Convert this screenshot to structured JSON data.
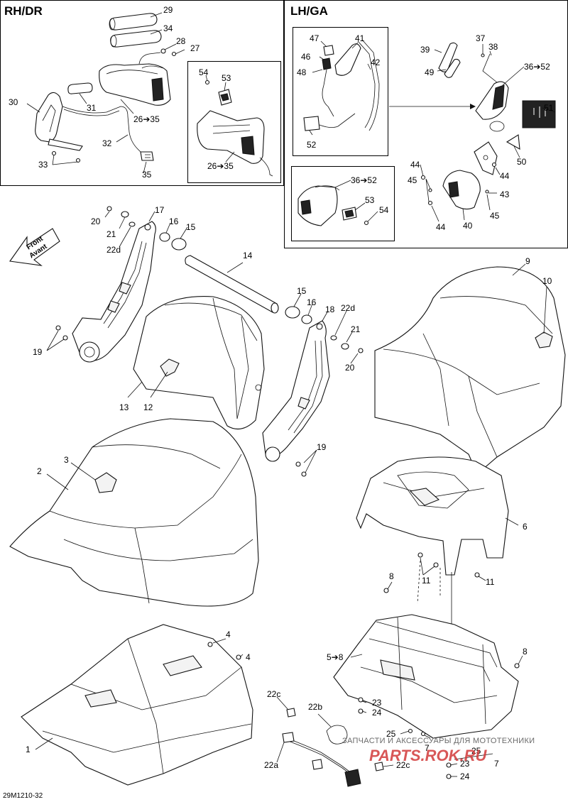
{
  "panels": {
    "rh": {
      "title": "RH/DR"
    },
    "lh": {
      "title": "LH/GA"
    }
  },
  "front_arrow": {
    "line1": "Front",
    "line2": "Avant"
  },
  "labels": {
    "l29": "29",
    "l34": "34",
    "l28": "28",
    "l27": "27",
    "l30": "30",
    "l31": "31",
    "l26a": "26➔35",
    "l32": "32",
    "l33": "33",
    "l35": "35",
    "l54a": "54",
    "l53a": "53",
    "l26b": "26➔35",
    "l47": "47",
    "l46": "46",
    "l41": "41",
    "l42": "42",
    "l48": "48",
    "l52a": "52",
    "l37": "37",
    "l38": "38",
    "l39": "39",
    "l49": "49",
    "l36a": "36➔52",
    "l51": "51",
    "l50": "50",
    "l44a": "44",
    "l44b": "44",
    "l44c": "44",
    "l45a": "45",
    "l45b": "45",
    "l43": "43",
    "l40": "40",
    "l36b": "36➔52",
    "l53b": "53",
    "l54b": "54",
    "l20a": "20",
    "l17": "17",
    "l16a": "16",
    "l15a": "15",
    "l21a": "21",
    "l22da": "22d",
    "l14": "14",
    "l19a": "19",
    "l13": "13",
    "l12": "12",
    "l15b": "15",
    "l16b": "16",
    "l18": "18",
    "l22db": "22d",
    "l21b": "21",
    "l20b": "20",
    "l19b": "19",
    "l9": "9",
    "l10": "10",
    "l3": "3",
    "l2": "2",
    "l6": "6",
    "l11a": "11",
    "l11b": "11",
    "l8a": "8",
    "l8b": "8",
    "l5": "5➔8",
    "l4a": "4",
    "l4b": "4",
    "l1": "1",
    "l22c1": "22c",
    "l22b": "22b",
    "l22a": "22a",
    "l22c2": "22c",
    "l23a": "23",
    "l24a": "24",
    "l25a": "25",
    "l7a": "7",
    "l25b": "25",
    "l7b": "7",
    "l23b": "23",
    "l24b": "24"
  },
  "footer": {
    "code": "29M1210-32",
    "watermark_ru": "ЗАПЧАСТИ И АКСЕССУАРЫ ДЛЯ МОТОТЕХНИКИ",
    "watermark_logo": "PARTS.ROK.RU"
  }
}
